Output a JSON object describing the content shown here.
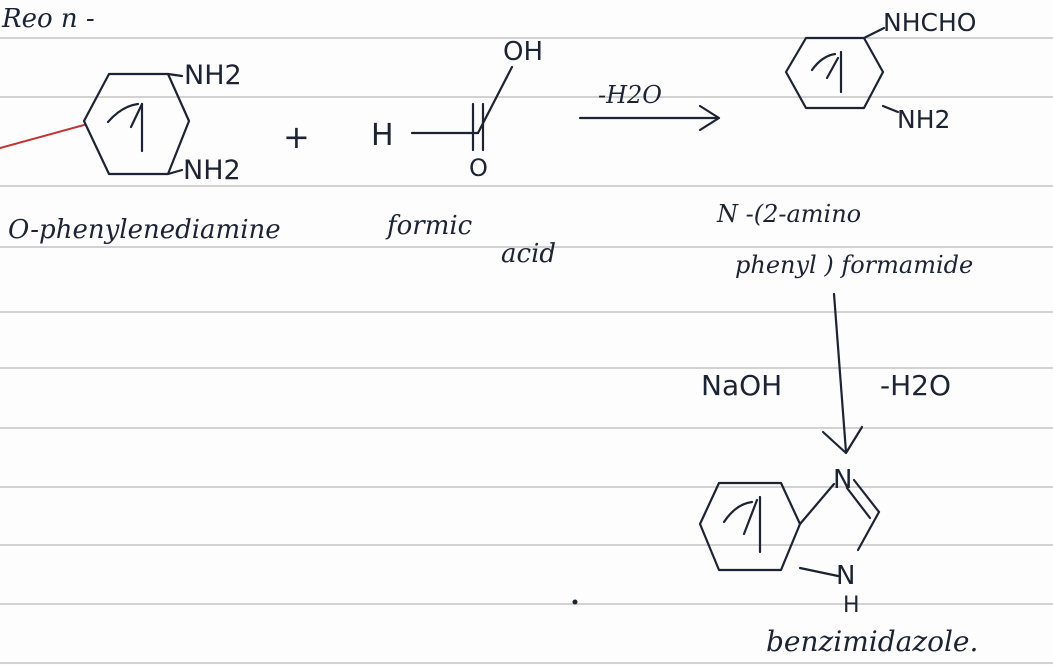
{
  "header": {
    "label": "Reo n -"
  },
  "reaction": {
    "reactant1": {
      "substituent_top": "NH2",
      "substituent_bottom": "NH2",
      "name": "O-phenylenediamine"
    },
    "reactant2": {
      "hydrogen": "H",
      "hydroxyl": "OH",
      "oxygen": "O",
      "name_line1": "formic",
      "name_line2": "acid"
    },
    "plus_sign": "+",
    "arrow_condition": "-H2O"
  },
  "intermediate": {
    "substituent_top": "NHCHO",
    "substituent_bottom": "NH2",
    "name_line1": "N -(2-amino",
    "name_line2": "phenyl ) formamide"
  },
  "step2": {
    "reagent": "NaOH",
    "condition": "-H2O"
  },
  "product": {
    "atom_n1": "N",
    "atom_n3": "N",
    "atom_h": "H",
    "name": "benzimidazole."
  }
}
